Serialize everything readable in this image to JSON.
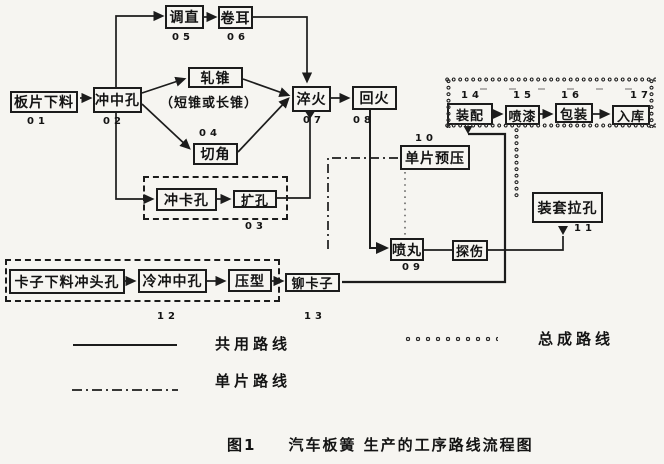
{
  "colors": {
    "ink": "#1c1c1c",
    "paper": "#f6f5f1"
  },
  "nodes": {
    "blanking": {
      "label": "板片下料",
      "code": "01"
    },
    "punch_center": {
      "label": "冲中孔",
      "code": "02"
    },
    "straighten": {
      "label": "调直",
      "code": "05"
    },
    "roll_eye": {
      "label": "卷耳",
      "code": "06"
    },
    "roll_taper": {
      "label": "轧锥",
      "code": "04",
      "note": "（短锥或长锥）"
    },
    "cut_corner": {
      "label": "切角"
    },
    "punch_clip_hole": {
      "label": "冲卡孔"
    },
    "expand_hole": {
      "label": "扩孔",
      "group_code": "03"
    },
    "quench": {
      "label": "淬火",
      "code": "07"
    },
    "temper": {
      "label": "回火",
      "code": "08"
    },
    "single_preload": {
      "label": "单片预压",
      "code": "10"
    },
    "shot_peen": {
      "label": "喷丸",
      "code": "09"
    },
    "flaw_detect": {
      "label": "探伤"
    },
    "bush_broach": {
      "label": "装套拉孔",
      "code": "11"
    },
    "rivet_clip": {
      "label": "铆卡子",
      "code": "13"
    },
    "clip_blank": {
      "label": "卡子下料冲头孔"
    },
    "cold_punch": {
      "label": "冷冲中孔"
    },
    "press_form": {
      "label": "压型",
      "group_code": "12"
    },
    "assemble": {
      "label": "装配",
      "code": "14"
    },
    "paint": {
      "label": "喷漆",
      "code": "15"
    },
    "pack": {
      "label": "包装",
      "code": "16"
    },
    "warehouse": {
      "label": "入库",
      "code": "17"
    }
  },
  "legend": {
    "common": {
      "label": "共用路线",
      "style": "solid"
    },
    "single": {
      "label": "单片路线",
      "style": "dash-dot"
    },
    "assembly": {
      "label": "总成路线",
      "style": "dotted-circles"
    }
  },
  "caption": {
    "fig_label": "图1",
    "text": "汽车板簧 生产的工序路线流程图"
  }
}
